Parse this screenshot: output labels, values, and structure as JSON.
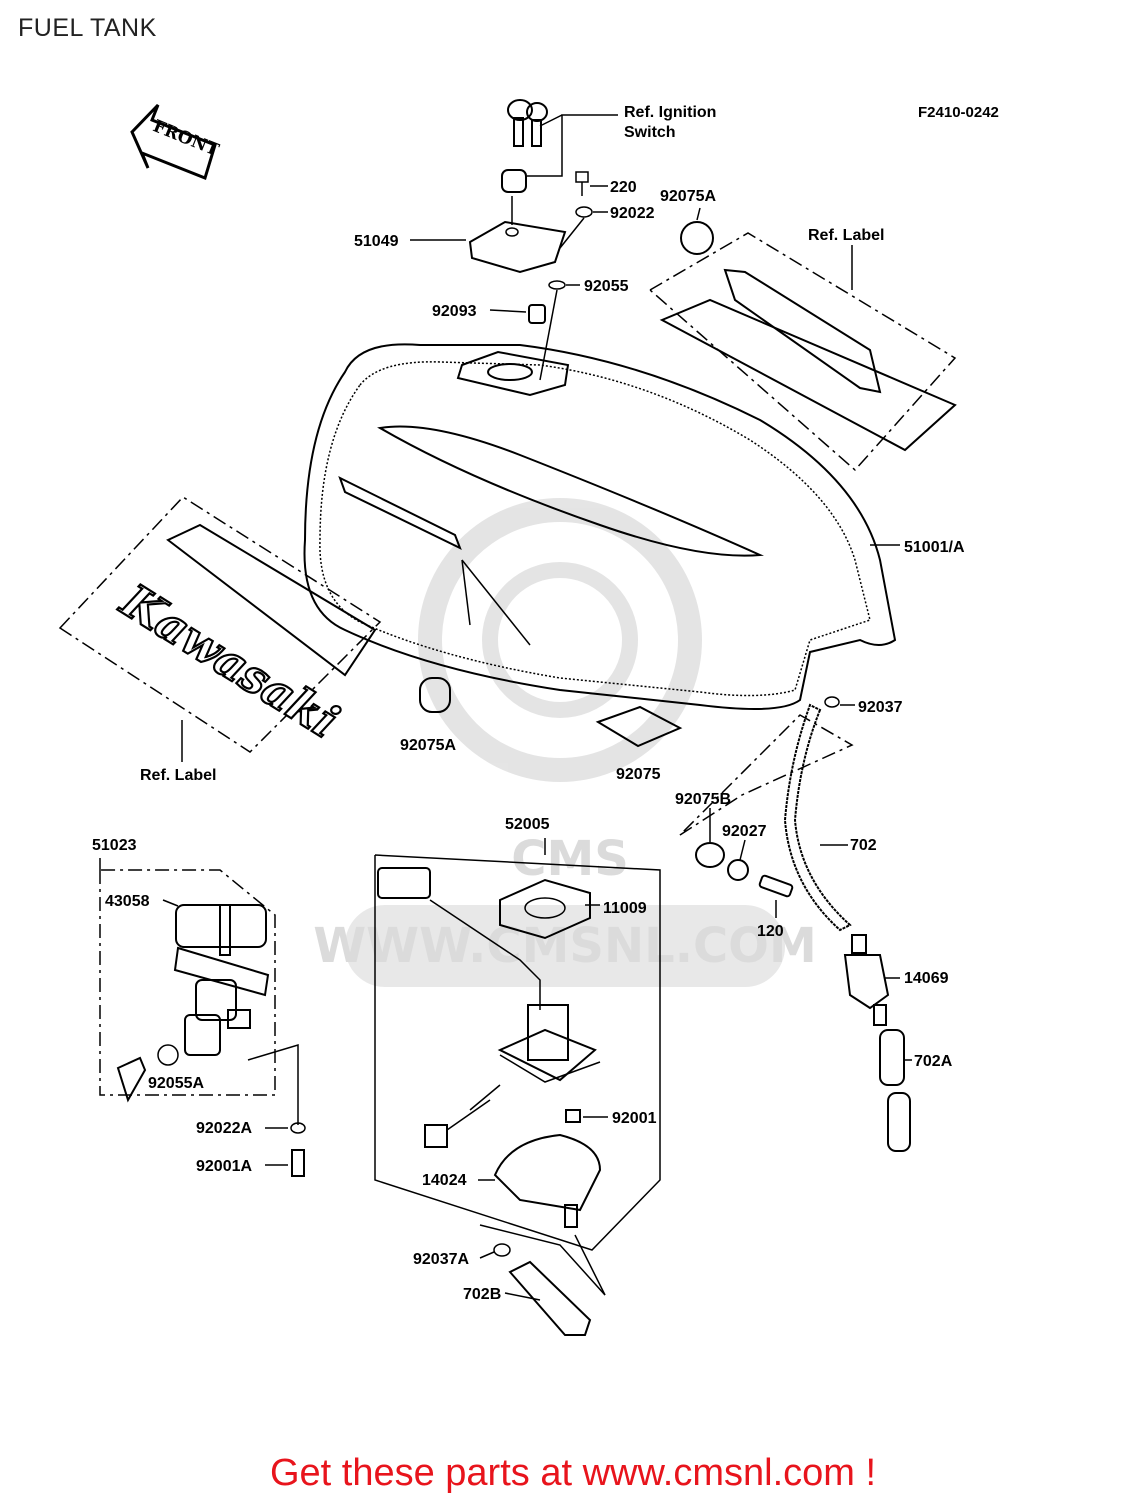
{
  "page_title": "FUEL TANK",
  "diagram_code": "F2410-0242",
  "front_arrow_label": "FRONT",
  "brand_lettering": "Kawasaki",
  "watermark": {
    "text": "WWW.CMSNL.COM",
    "logo": "CMS"
  },
  "callouts": {
    "ref_ignition_1": "Ref. Ignition",
    "ref_ignition_2": "Switch",
    "ref_label_top": "Ref.  Label",
    "ref_label_left": "Ref.  Label",
    "p220": "220",
    "p92022": "92022",
    "p92075A_top": "92075A",
    "p51049": "51049",
    "p92055": "92055",
    "p92093": "92093",
    "p51001A": "51001/A",
    "p92037": "92037",
    "p92075A_mid": "92075A",
    "p92075": "92075",
    "p92075B": "92075B",
    "p92027": "92027",
    "p702": "702",
    "p120": "120",
    "p14069": "14069",
    "p702A": "702A",
    "p51023": "51023",
    "p43058": "43058",
    "p92055A": "92055A",
    "p92022A": "92022A",
    "p92001A": "92001A",
    "p52005": "52005",
    "p11009": "11009",
    "p92001": "92001",
    "p14024": "14024",
    "p92037A": "92037A",
    "p702B": "702B"
  },
  "footer_text": "Get these parts at www.cmsnl.com !",
  "colors": {
    "footer": "#e8141c",
    "lines": "#000000",
    "watermark": "#d8d8d8"
  }
}
